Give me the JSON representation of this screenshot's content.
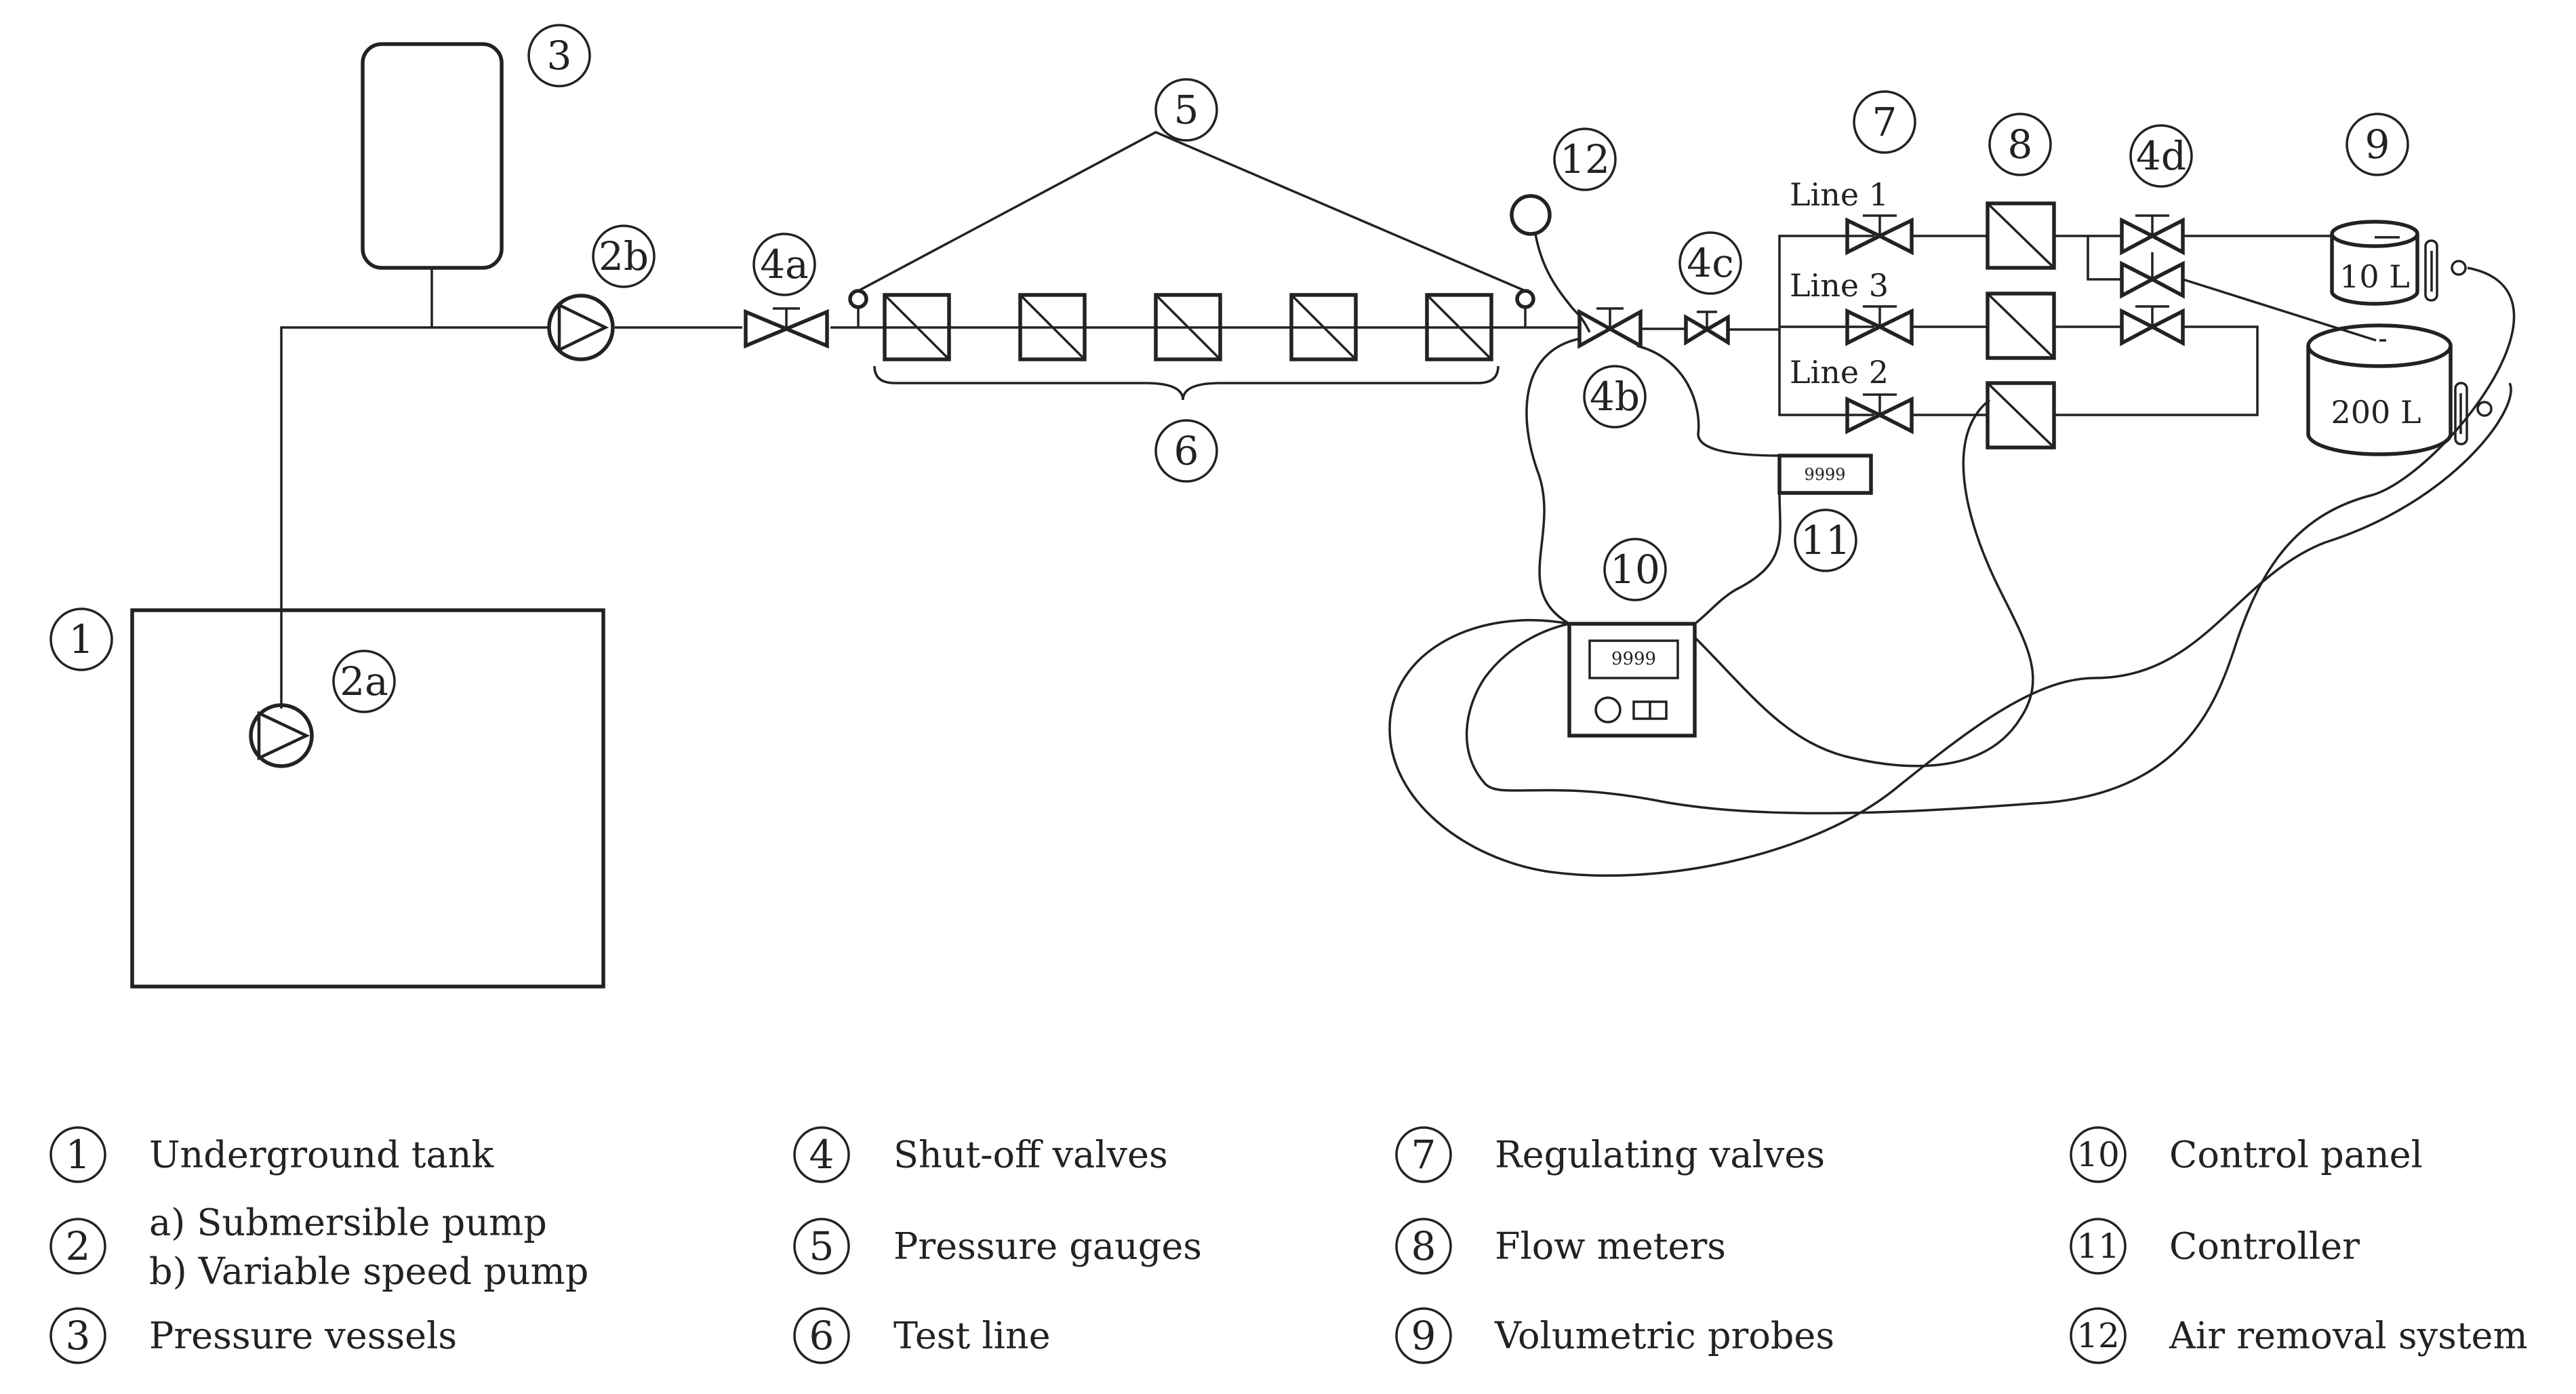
{
  "markers": {
    "m1": "1",
    "m2a": "2a",
    "m2b": "2b",
    "m3": "3",
    "m4a": "4a",
    "m4b": "4b",
    "m4c": "4c",
    "m4d": "4d",
    "m5": "5",
    "m6": "6",
    "m7": "7",
    "m8": "8",
    "m9": "9",
    "m10": "10",
    "m11": "11",
    "m12": "12"
  },
  "lines": {
    "line1": "Line 1",
    "line2": "Line 2",
    "line3": "Line 3"
  },
  "vessels": {
    "small": "10 L",
    "large": "200 L"
  },
  "displays": {
    "controller": "9999",
    "control_panel": "9999"
  },
  "legend": [
    {
      "num": "1",
      "label": "Underground tank"
    },
    {
      "num": "2",
      "label": "a) Submersible pump",
      "label2": "b) Variable speed pump"
    },
    {
      "num": "3",
      "label": "Pressure vessels"
    },
    {
      "num": "4",
      "label": "Shut-off valves"
    },
    {
      "num": "5",
      "label": "Pressure gauges"
    },
    {
      "num": "6",
      "label": "Test line"
    },
    {
      "num": "7",
      "label": "Regulating valves"
    },
    {
      "num": "8",
      "label": "Flow meters"
    },
    {
      "num": "9",
      "label": "Volumetric probes"
    },
    {
      "num": "10",
      "label": "Control panel"
    },
    {
      "num": "11",
      "label": "Controller"
    },
    {
      "num": "12",
      "label": "Air removal system"
    }
  ]
}
